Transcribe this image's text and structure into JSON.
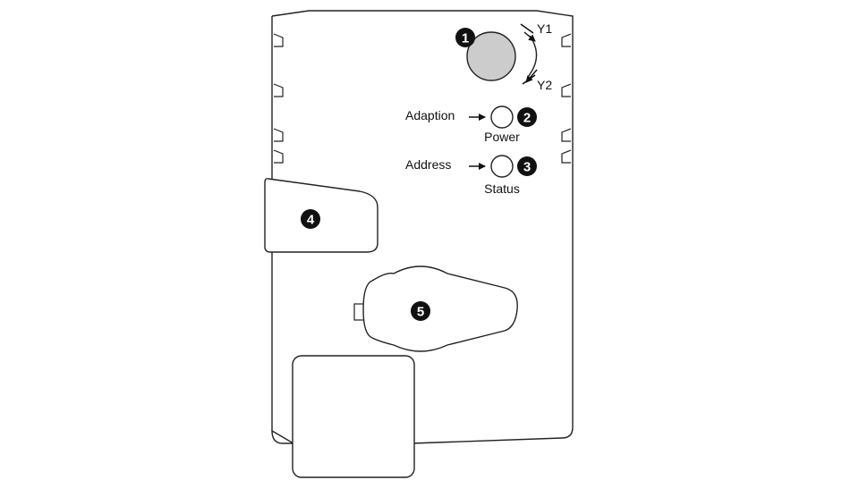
{
  "colors": {
    "outline": "#222222",
    "badge_fill": "#111111",
    "badge_text": "#ffffff",
    "knob_fill": "#cccccc",
    "background": "#ffffff"
  },
  "knob": {
    "badge": "1",
    "label_y1": "Y1",
    "label_y2": "Y2"
  },
  "leds": [
    {
      "badge": "2",
      "left_label": "Adaption",
      "bottom_label": "Power"
    },
    {
      "badge": "3",
      "left_label": "Address",
      "bottom_label": "Status"
    }
  ],
  "connector": {
    "badge": "4"
  },
  "lever": {
    "badge": "5"
  }
}
